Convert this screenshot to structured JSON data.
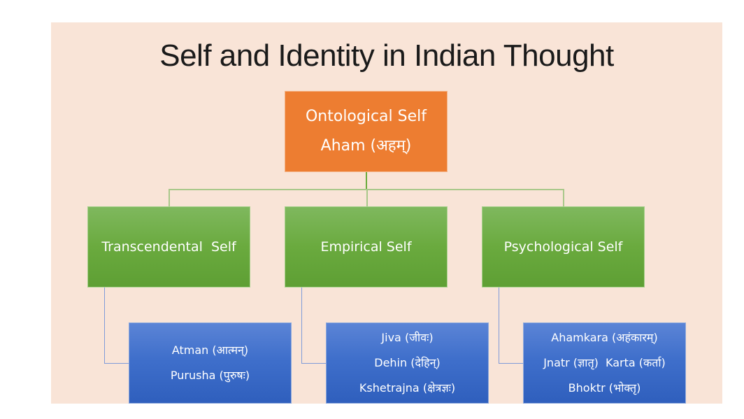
{
  "title": "Self and Identity in Indian Thought",
  "root": {
    "lines": [
      "Ontological Self",
      "Aham (अहम्)"
    ],
    "color": "#ed7d31"
  },
  "children": [
    {
      "label": "Transcendental  Self",
      "color": "#70ad47",
      "details": [
        "Atman (आत्मन्)",
        "Purusha (पुरुषः)"
      ]
    },
    {
      "label": "Empirical Self",
      "color": "#70ad47",
      "details": [
        "Jiva (जीवः)",
        "Dehin (देहिन्)",
        "Kshetrajna (क्षेत्रज्ञः)"
      ]
    },
    {
      "label": "Psychological Self",
      "color": "#70ad47",
      "details": [
        "Ahamkara (अहंकारम्)",
        "Jnatr (ज्ञातृ)  Karta (कर्ता)",
        "Bhoktr (भोक्तृ)"
      ]
    }
  ],
  "colors": {
    "background": "#f9e4d7",
    "root": "#ed7d31",
    "level1": "#70ad47",
    "level2": "#4472c4"
  }
}
